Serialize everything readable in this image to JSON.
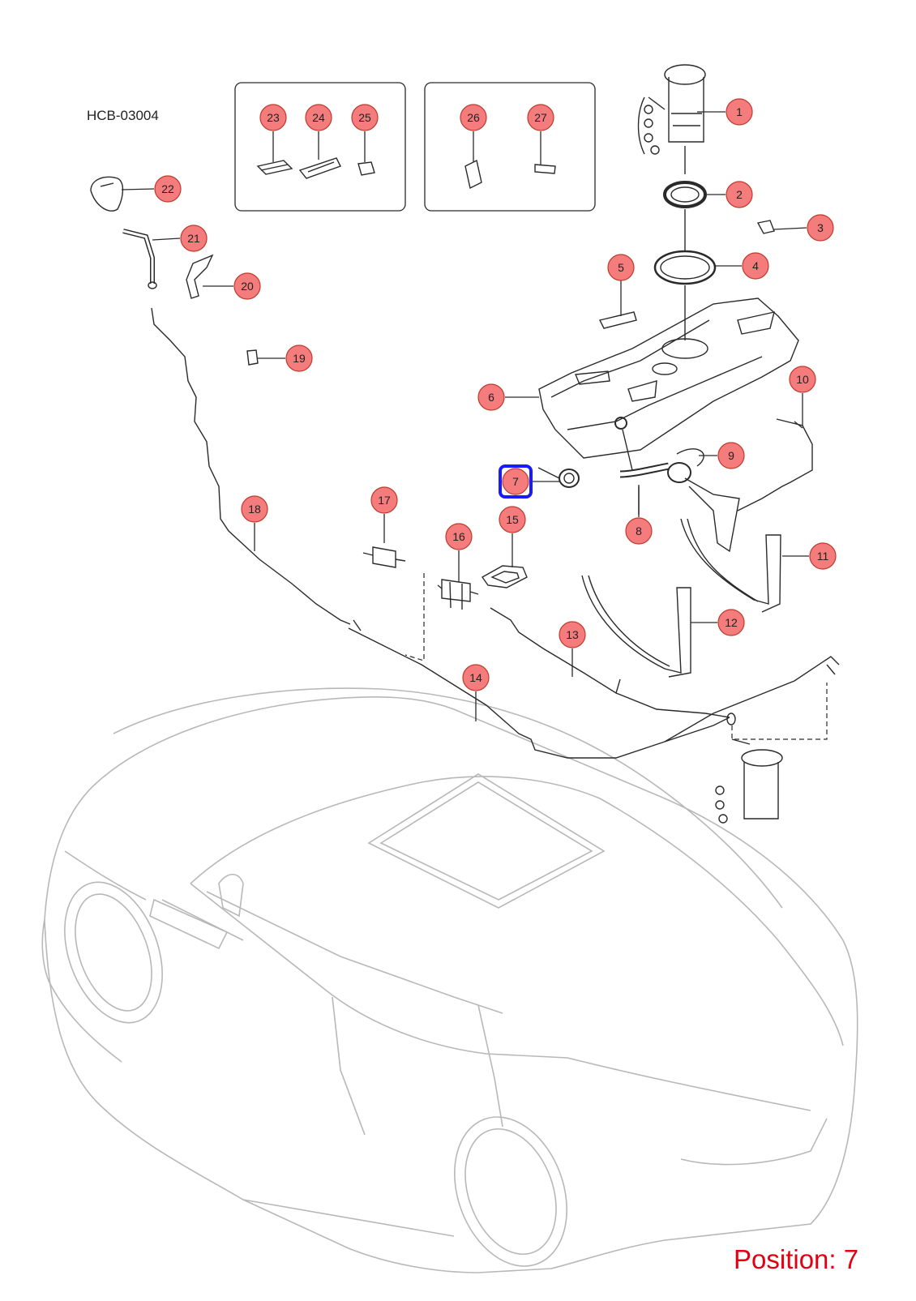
{
  "diagram": {
    "code": "HCB-03004",
    "position_label": "Position: 7",
    "selected": "7",
    "callouts": [
      "1",
      "2",
      "3",
      "4",
      "5",
      "6",
      "7",
      "8",
      "9",
      "10",
      "11",
      "12",
      "13",
      "14",
      "15",
      "16",
      "17",
      "18",
      "19",
      "20",
      "21",
      "22",
      "23",
      "24",
      "25",
      "26",
      "27"
    ]
  },
  "colors": {
    "callout_fill": "#f47c7c",
    "callout_stroke": "#c0392b",
    "highlight": "#1a1aff",
    "position_text": "#e3000f",
    "part_line": "#2a2a2a",
    "car_line": "#b8b8b8"
  }
}
